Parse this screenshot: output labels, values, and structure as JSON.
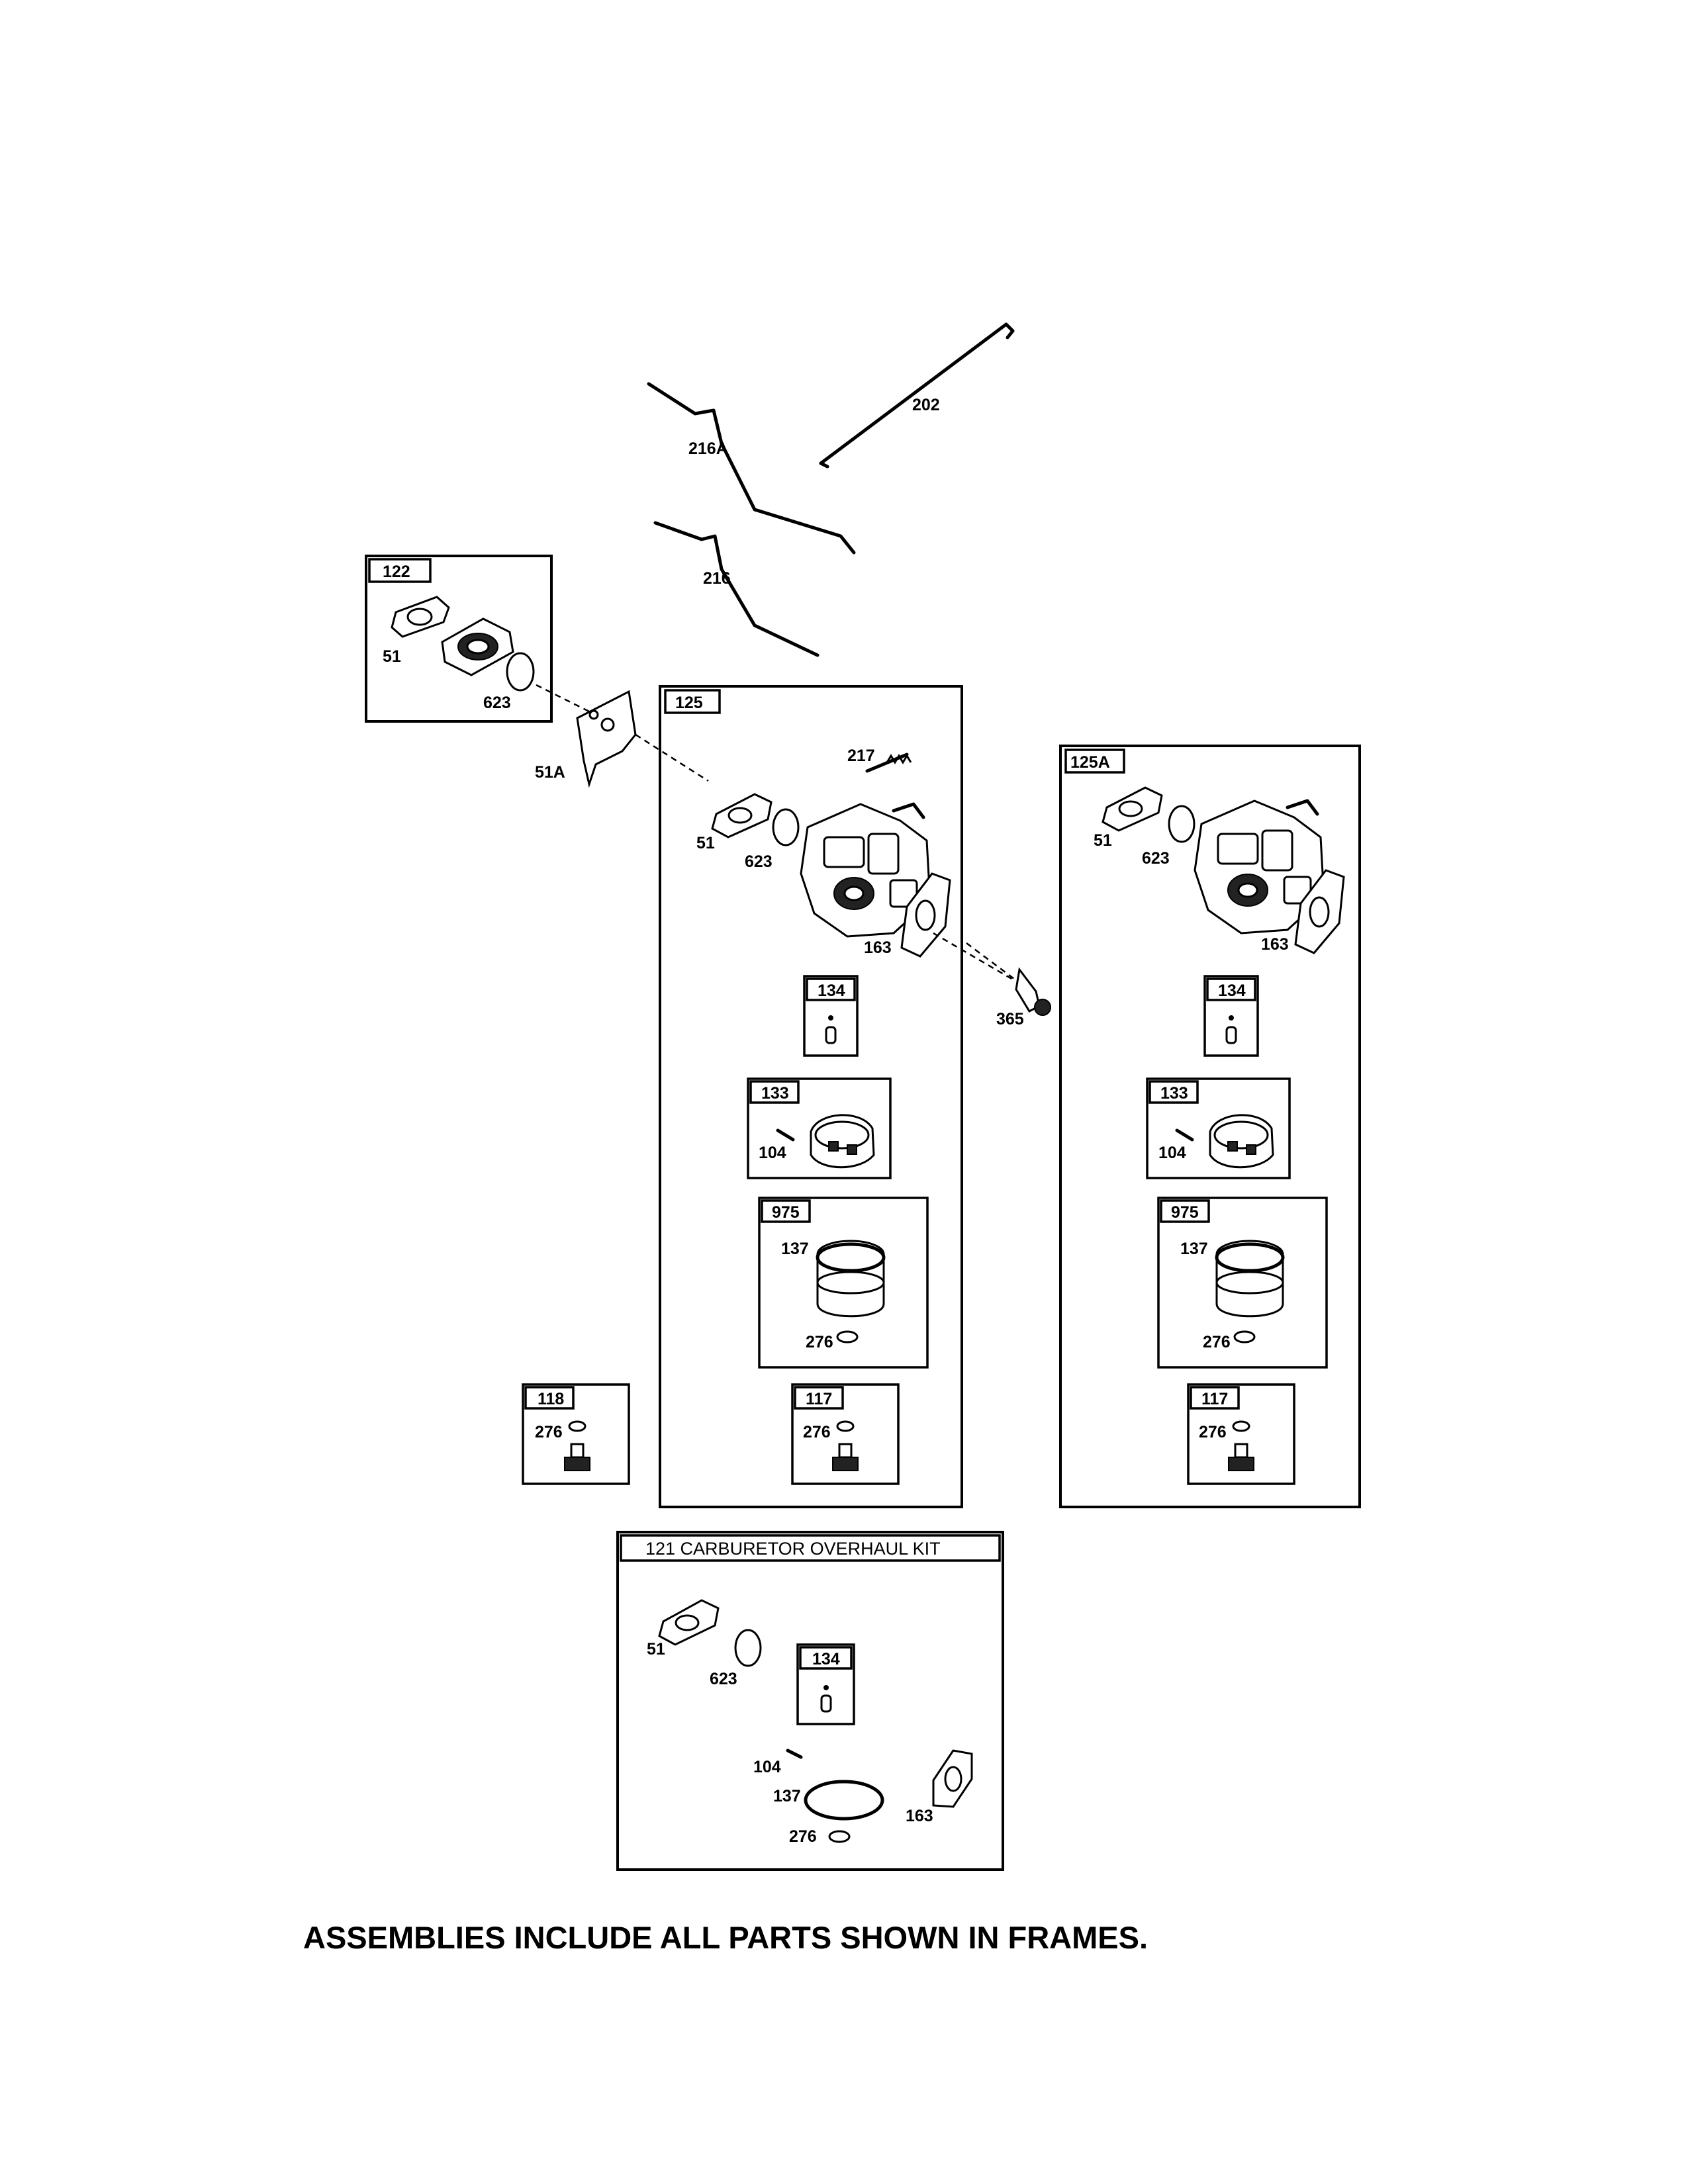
{
  "callouts": {
    "c202": "202",
    "c216A": "216A",
    "c216": "216",
    "c51A": "51A",
    "c365": "365",
    "c217": "217"
  },
  "frames": {
    "f122": {
      "tag": "122",
      "p51": "51",
      "p623": "623"
    },
    "f125": {
      "tag": "125",
      "p51": "51",
      "p623": "623",
      "p163": "163"
    },
    "f125A": {
      "tag": "125A",
      "p51": "51",
      "p623": "623",
      "p163": "163"
    },
    "f118": {
      "tag": "118",
      "p276": "276"
    }
  },
  "sub_frames": {
    "s134_125": {
      "tag": "134"
    },
    "s133_125": {
      "tag": "133",
      "p104": "104"
    },
    "s975_125": {
      "tag": "975",
      "p137": "137",
      "p276": "276"
    },
    "s117_125": {
      "tag": "117",
      "p276": "276"
    },
    "s134_125A": {
      "tag": "134"
    },
    "s133_125A": {
      "tag": "133",
      "p104": "104"
    },
    "s975_125A": {
      "tag": "975",
      "p137": "137",
      "p276": "276"
    },
    "s117_125A": {
      "tag": "117",
      "p276": "276"
    }
  },
  "kit": {
    "title": "121 CARBURETOR OVERHAUL KIT",
    "p51": "51",
    "p623": "623",
    "s134": "134",
    "p104": "104",
    "p137": "137",
    "p276": "276",
    "p163": "163"
  },
  "footer": "ASSEMBLIES INCLUDE ALL PARTS SHOWN IN FRAMES."
}
